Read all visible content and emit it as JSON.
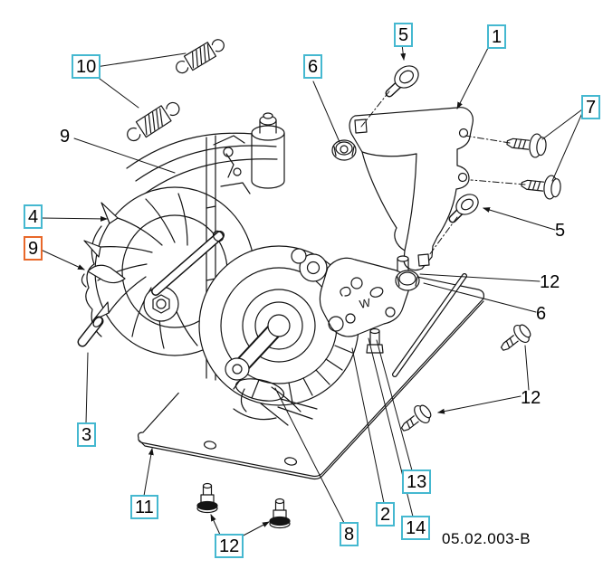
{
  "figure": {
    "code": "05.02.003-B",
    "w_stamp": "W"
  },
  "colors": {
    "callout_box": "#45b8d0",
    "callout_box_highlight": "#e8682a",
    "line": "#141414",
    "background": "#ffffff"
  },
  "callouts": {
    "c10": {
      "text": "10",
      "style": "boxed"
    },
    "c9top": {
      "text": "9",
      "style": "plain"
    },
    "c4": {
      "text": "4",
      "style": "boxed"
    },
    "c9left": {
      "text": "9",
      "style": "boxed-highlight"
    },
    "c3": {
      "text": "3",
      "style": "boxed"
    },
    "c5top": {
      "text": "5",
      "style": "boxed"
    },
    "c6topleft": {
      "text": "6",
      "style": "boxed"
    },
    "c1": {
      "text": "1",
      "style": "boxed"
    },
    "c7": {
      "text": "7",
      "style": "boxed"
    },
    "c5right": {
      "text": "5",
      "style": "plain"
    },
    "c12right": {
      "text": "12",
      "style": "plain"
    },
    "c6right": {
      "text": "6",
      "style": "plain"
    },
    "c12mid": {
      "text": "12",
      "style": "plain"
    },
    "c11": {
      "text": "11",
      "style": "boxed"
    },
    "c12bottom": {
      "text": "12",
      "style": "boxed"
    },
    "c8": {
      "text": "8",
      "style": "boxed"
    },
    "c2": {
      "text": "2",
      "style": "boxed"
    },
    "c13": {
      "text": "13",
      "style": "boxed"
    },
    "c14": {
      "text": "14",
      "style": "boxed"
    }
  }
}
